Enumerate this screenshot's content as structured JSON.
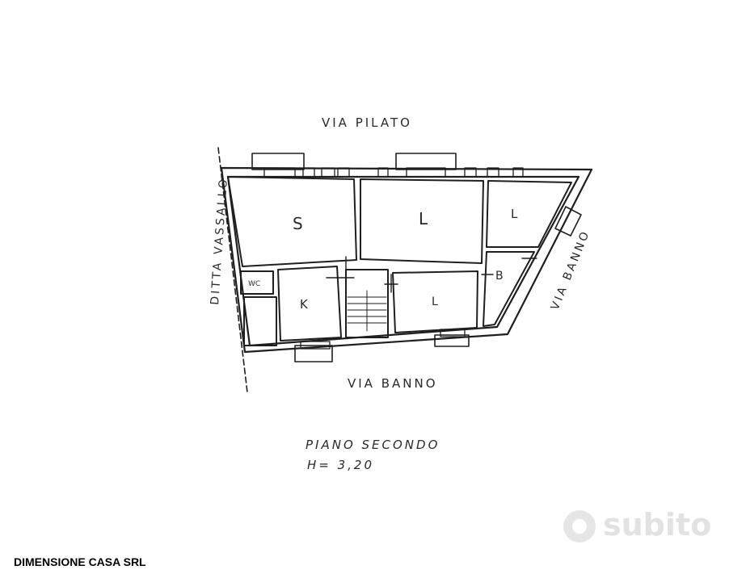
{
  "streets": {
    "north": "VIA PILATO",
    "south": "VIA BANNO",
    "east": "VIA BANNO",
    "west": "DITTA VASSALLO"
  },
  "rooms": {
    "s": "S",
    "l1": "L",
    "l2": "L",
    "b": "B",
    "wc": "WC",
    "k": "K",
    "l3": "L"
  },
  "floor": {
    "name": "PIANO SECONDO",
    "height": "H= 3,20"
  },
  "watermark": "subito",
  "company": "DIMENSIONE CASA SRL"
}
